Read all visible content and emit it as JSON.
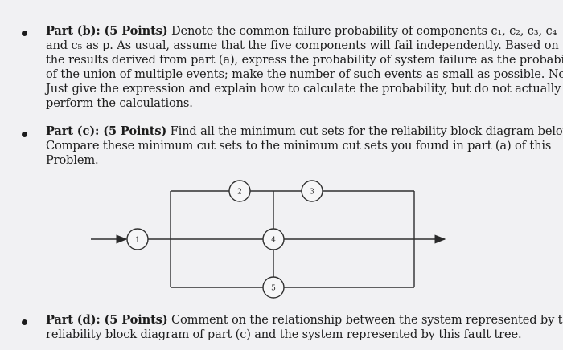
{
  "part_b": {
    "label": "Part (b): (5 Points)",
    "lines": [
      " Denote the common failure probability of components c₁, c₂, c₃, c₄",
      "and c₅ as p. As usual, assume that the five components will fail independently. Based on",
      "the results derived from part (a), express the probability of system failure as the probability",
      "of the union of multiple events; make the number of such events as small as possible. Note:",
      "Just give the expression and explain how to calculate the probability, but do not actually",
      "perform the calculations."
    ]
  },
  "part_c": {
    "label": "Part (c): (5 Points)",
    "lines": [
      " Find all the minimum cut sets for the reliability block diagram below.",
      "Compare these minimum cut sets to the minimum cut sets you found in part (a) of this",
      "Problem."
    ]
  },
  "diagram": {
    "nodes": [
      "1",
      "2",
      "3",
      "4",
      "5"
    ]
  },
  "part_d": {
    "label": "Part (d): (5 Points)",
    "lines": [
      " Comment on the relationship between the system represented by the",
      "reliability block diagram of part (c) and the system represented by this fault tree."
    ]
  }
}
